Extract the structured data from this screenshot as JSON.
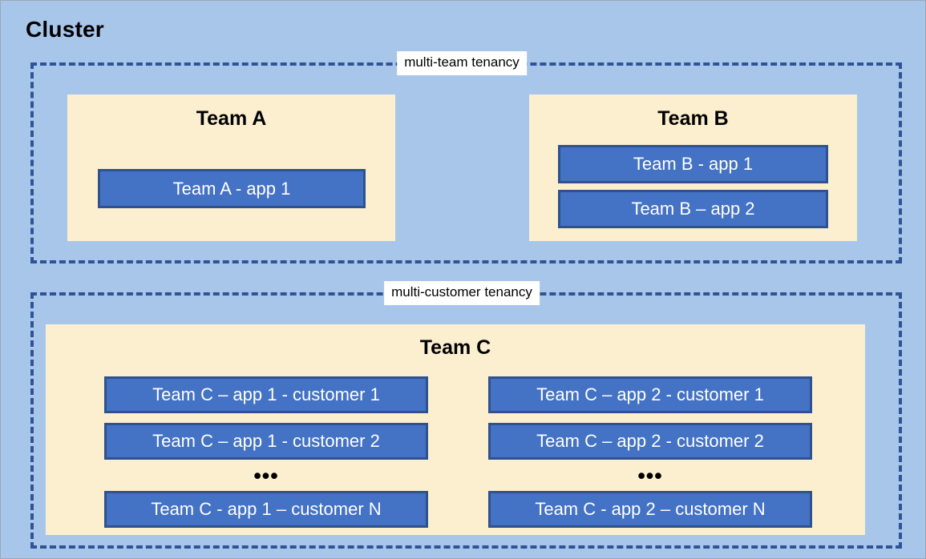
{
  "diagram": {
    "title": "Cluster",
    "background_color": "#A8C6EA",
    "group_border_color": "#2F5496",
    "team_box_color": "#FCEFD0",
    "app_box_color": "#4472C4",
    "app_box_border_color": "#2F528F"
  },
  "groups": [
    {
      "id": "multi-team",
      "label": "multi-team tenancy",
      "teams": [
        {
          "id": "team-a",
          "title": "Team A",
          "apps": [
            {
              "label": "Team A - app 1"
            }
          ]
        },
        {
          "id": "team-b",
          "title": "Team B",
          "apps": [
            {
              "label": "Team B - app 1"
            },
            {
              "label": "Team B – app 2"
            }
          ]
        }
      ]
    },
    {
      "id": "multi-customer",
      "label": "multi-customer tenancy",
      "teams": [
        {
          "id": "team-c",
          "title": "Team C",
          "columns": [
            {
              "id": "app-1",
              "ellipsis": "•••",
              "apps": [
                {
                  "label": "Team C – app 1 - customer 1"
                },
                {
                  "label": "Team C – app 1 - customer 2"
                },
                {
                  "label": "Team C - app 1 – customer N"
                }
              ]
            },
            {
              "id": "app-2",
              "ellipsis": "•••",
              "apps": [
                {
                  "label": "Team C – app 2 - customer 1"
                },
                {
                  "label": "Team C – app 2 - customer 2"
                },
                {
                  "label": "Team C - app 2 – customer N"
                }
              ]
            }
          ]
        }
      ]
    }
  ]
}
